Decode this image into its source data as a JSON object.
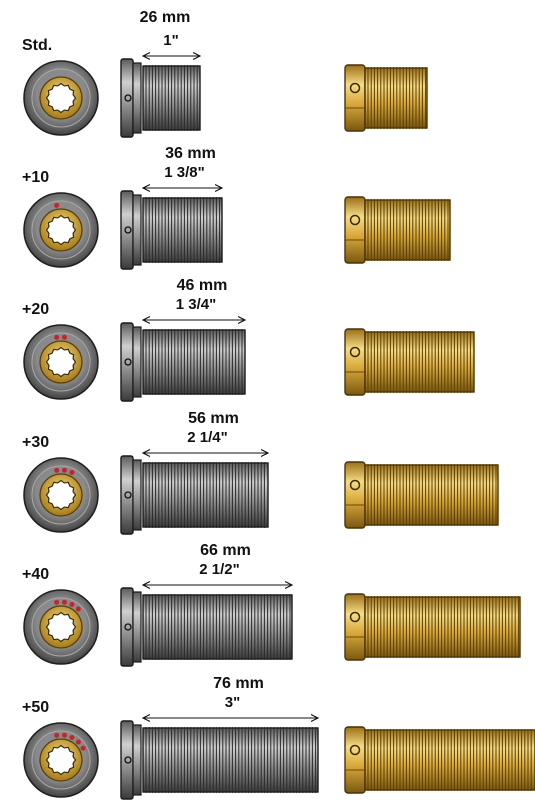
{
  "rows": [
    {
      "label": "Std.",
      "mm": "26 mm",
      "inch": "1\"",
      "dots": 0
    },
    {
      "label": "+10",
      "mm": "36 mm",
      "inch": "1 3/8\"",
      "dots": 1
    },
    {
      "label": "+20",
      "mm": "46 mm",
      "inch": "1 3/4\"",
      "dots": 2
    },
    {
      "label": "+30",
      "mm": "56 mm",
      "inch": "2 1/4\"",
      "dots": 3
    },
    {
      "label": "+40",
      "mm": "66 mm",
      "inch": "2 1/2\"",
      "dots": 4
    },
    {
      "label": "+50",
      "mm": "76 mm",
      "inch": "3\"",
      "dots": 5
    }
  ],
  "colors": {
    "steel_dark": "#3a3a3a",
    "steel_light": "#b8b8b8",
    "brass_dark": "#8a6414",
    "brass_light": "#f3d575",
    "dot_red": "#c0262c"
  },
  "icons": [
    "steel-collar-icon",
    "steel-threaded-insert-icon",
    "brass-threaded-insert-icon"
  ]
}
